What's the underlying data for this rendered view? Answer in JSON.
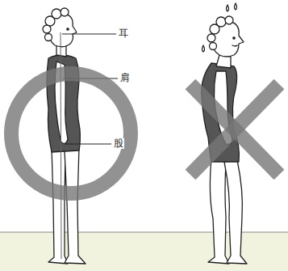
{
  "diagram": {
    "labels": [
      "耳",
      "肩",
      "股"
    ]
  }
}
